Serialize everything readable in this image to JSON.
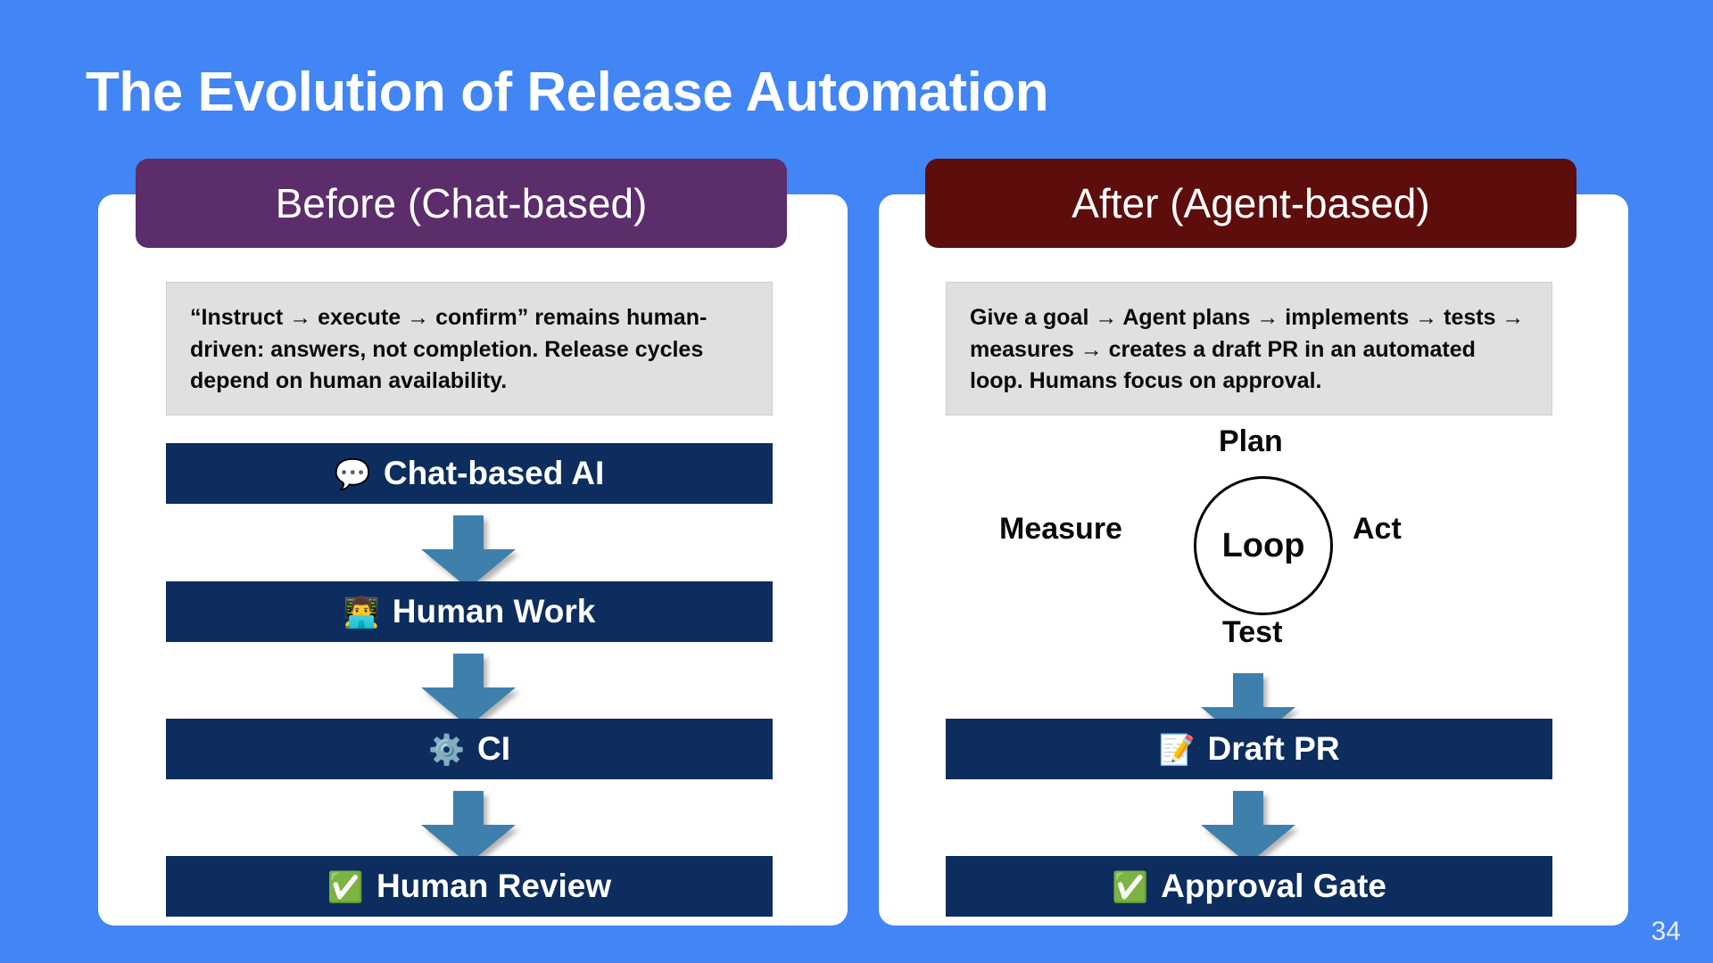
{
  "theme": {
    "background": "#4285F4",
    "panel_bg": "#FFFFFF",
    "badge_before_bg": "#5C2D6B",
    "badge_after_bg": "#5E0D0D",
    "bar_bg": "#0C2D5E",
    "bar_text": "#FFFFFF",
    "desc_bg": "#E0E0E0",
    "arrow_fill": "#3E7FAC"
  },
  "title": "The Evolution of Release Automation",
  "page_number": "34",
  "left": {
    "badge": "Before (Chat-based)",
    "description": "“Instruct → execute → confirm” remains human-driven: answers, not completion. Release cycles depend on human availability.",
    "steps": [
      {
        "emoji": "💬",
        "icon_name": "speech-balloon-icon",
        "label": "Chat-based AI"
      },
      {
        "emoji": "👨‍💻",
        "icon_name": "technologist-icon",
        "label": "Human Work"
      },
      {
        "emoji": "⚙️",
        "icon_name": "gear-icon",
        "label": "CI"
      },
      {
        "emoji": "✅",
        "icon_name": "check-mark-button-icon",
        "label": "Human Review"
      }
    ]
  },
  "right": {
    "badge": "After (Agent-based)",
    "description": "Give a goal → Agent plans → implements → tests → measures → creates a draft PR in an automated loop. Humans focus on approval.",
    "loop": {
      "center": "Loop",
      "top": "Plan",
      "right": "Act",
      "bottom": "Test",
      "left": "Measure"
    },
    "steps": [
      {
        "emoji": "📝",
        "icon_name": "memo-icon",
        "label": "Draft PR"
      },
      {
        "emoji": "✅",
        "icon_name": "check-mark-button-icon",
        "label": "Approval Gate"
      }
    ]
  }
}
